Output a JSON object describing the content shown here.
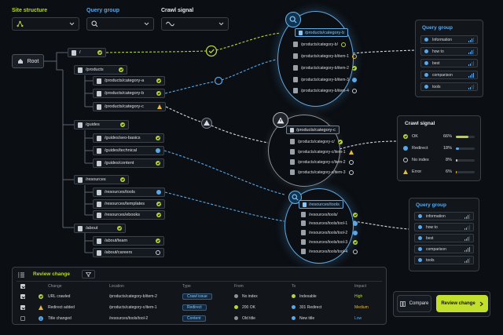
{
  "filters": {
    "site_structure": {
      "label": "Site structure",
      "icon": "sitemap-icon"
    },
    "query_group": {
      "label": "Query group",
      "icon": "search-icon"
    },
    "crawl_signal": {
      "label": "Crawl signal",
      "icon": "wave-icon"
    }
  },
  "colors": {
    "accent": "#b8d43a",
    "blue": "#59a9ea",
    "warning": "#e5b93a",
    "bg": "#0b0e12",
    "panel": "#12161b"
  },
  "tree": {
    "root": "Root",
    "nodes": [
      {
        "label": "/",
        "status": "check"
      },
      {
        "label": "/products",
        "status": "check"
      },
      {
        "label": "/products/category-a",
        "status": "check"
      },
      {
        "label": "/products/category-b",
        "status": "check"
      },
      {
        "label": "/products/category-c",
        "status": "warning"
      },
      {
        "label": "/guides",
        "status": "check"
      },
      {
        "label": "/guides/seo-basics",
        "status": "check"
      },
      {
        "label": "/guides/technical",
        "status": "blue"
      },
      {
        "label": "/guides/content",
        "status": "check"
      },
      {
        "label": "/resources",
        "status": "check"
      },
      {
        "label": "/resources/tools",
        "status": "blue"
      },
      {
        "label": "/resources/templates",
        "status": "check"
      },
      {
        "label": "/resources/ebooks",
        "status": "check"
      },
      {
        "label": "/about",
        "status": "check"
      },
      {
        "label": "/about/team",
        "status": "check"
      },
      {
        "label": "/about/careers",
        "status": "empty"
      }
    ]
  },
  "clusters": [
    {
      "title": "/products/category-b",
      "badge": "search-icon",
      "items": [
        {
          "label": "/products/category-b/",
          "status": "ok-ring"
        },
        {
          "label": "/products/category-b/item-1",
          "status": "warning-ring"
        },
        {
          "label": "/products/category-b/item-2",
          "status": "check"
        },
        {
          "label": "/products/category-b/item-3",
          "status": "blue"
        },
        {
          "label": "/products/category-b/item-4",
          "status": "empty"
        }
      ]
    },
    {
      "title": "/products/category-c",
      "badge": "warning-icon",
      "items": [
        {
          "label": "/products/category-c/",
          "status": "check"
        },
        {
          "label": "/products/category-c/item-1",
          "status": "warning"
        },
        {
          "label": "/products/category-c/item-2",
          "status": "empty"
        },
        {
          "label": "/products/category-c/item-3",
          "status": "empty"
        }
      ]
    },
    {
      "title": "/resources/tools",
      "badge": "search-icon",
      "items": [
        {
          "label": "/resources/tools/",
          "status": "check"
        },
        {
          "label": "/resources/tools/tool-1",
          "status": "blue"
        },
        {
          "label": "/resources/tools/tool-2",
          "status": "blue"
        },
        {
          "label": "/resources/tools/tool-3",
          "status": "check"
        },
        {
          "label": "/resources/tools/tool-4",
          "status": "empty"
        }
      ]
    }
  ],
  "query_panel_top": {
    "title": "Query group",
    "items": [
      {
        "label": "Information",
        "bars": [
          1,
          1,
          1,
          0
        ]
      },
      {
        "label": "how to",
        "bars": [
          1,
          1,
          1,
          0
        ]
      },
      {
        "label": "best",
        "bars": [
          1,
          1,
          0,
          0
        ]
      },
      {
        "label": "comparison",
        "bars": [
          1,
          1,
          1,
          1
        ]
      },
      {
        "label": "tools",
        "bars": [
          1,
          1,
          0,
          0
        ]
      }
    ]
  },
  "crawl_panel": {
    "title": "Crawl signal",
    "rows": [
      {
        "label": "OK",
        "pct": "66%",
        "value": 0.66,
        "color": "#b8d43a",
        "icon": "check-icon"
      },
      {
        "label": "Redirect",
        "pct": "18%",
        "value": 0.18,
        "color": "#59a9ea",
        "icon": "redirect-icon"
      },
      {
        "label": "No index",
        "pct": "8%",
        "value": 0.08,
        "color": "#c9ced4",
        "icon": "noindex-icon"
      },
      {
        "label": "Error",
        "pct": "6%",
        "value": 0.06,
        "color": "#e5b93a",
        "icon": "warning-icon"
      }
    ]
  },
  "query_panel_bottom": {
    "title": "Query group",
    "items": [
      {
        "label": "information",
        "bars": [
          1,
          1,
          1,
          0
        ]
      },
      {
        "label": "how to",
        "bars": [
          1,
          1,
          0,
          0
        ]
      },
      {
        "label": "best",
        "bars": [
          1,
          1,
          1,
          0
        ]
      },
      {
        "label": "comparison",
        "bars": [
          1,
          1,
          1,
          1
        ]
      },
      {
        "label": "tools",
        "bars": [
          1,
          1,
          1,
          0
        ]
      }
    ]
  },
  "review": {
    "title": "Review change",
    "columns": [
      "Change",
      "Location",
      "Type",
      "From",
      "To",
      "Impact"
    ],
    "rows": [
      {
        "checked": true,
        "icon": "check",
        "change": "URL crawled",
        "location": "/products/category-b/item-2",
        "type": "Crawl issue",
        "from": "No index",
        "from_dot": "grey",
        "to": "Indexable",
        "to_dot": "green",
        "impact": "High",
        "impact_color": "#b8d43a"
      },
      {
        "checked": true,
        "icon": "warning",
        "change": "Redirect added",
        "location": "/products/category-c/item-1",
        "type": "Redirect",
        "from": "200 OK",
        "from_dot": "green",
        "to": "301 Redirect",
        "to_dot": "blue",
        "impact": "Medium",
        "impact_color": "#e5b93a"
      },
      {
        "checked": false,
        "icon": "info",
        "change": "Title changed",
        "location": "/resources/tools/tool-2",
        "type": "Content",
        "from": "Old title",
        "from_dot": "grey",
        "to": "New title",
        "to_dot": "blue",
        "impact": "Low",
        "impact_color": "#59a9ea"
      }
    ]
  },
  "actions": {
    "compare": "Compare",
    "review": "Review change"
  }
}
